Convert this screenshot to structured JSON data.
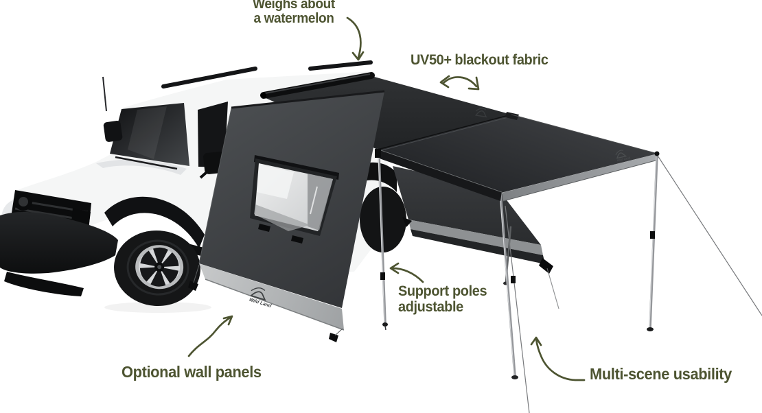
{
  "annotations": {
    "weight_line1": "Weighs about",
    "weight_line2": "a watermelon",
    "fabric_bold": "UV50+",
    "fabric_rest": "blackout fabric",
    "poles_line1": "Support poles",
    "poles_line2": "adjustable",
    "walls": "Optional wall panels",
    "scenes": "Multi-scene usability"
  },
  "brand": {
    "name": "Wild Land"
  },
  "colors": {
    "accent_olive": "#4d5431",
    "canopy_dark": "#2b2d30",
    "wall_panel": "#3f4245",
    "trim_gray": "#b5b7b9",
    "car_body": "#f5f6f6",
    "background": "#ffffff"
  }
}
